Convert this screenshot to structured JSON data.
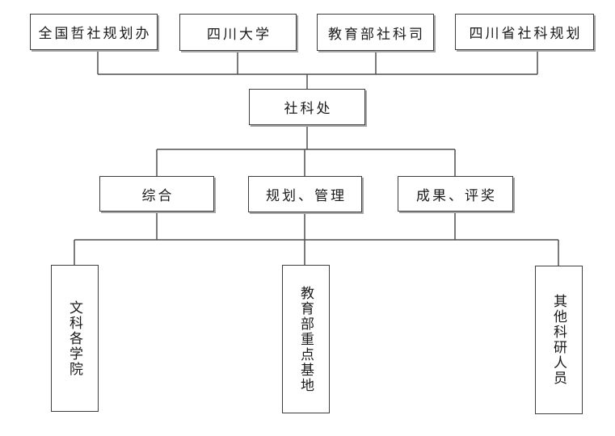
{
  "diagram": {
    "type": "org-chart",
    "background": "#ffffff",
    "line_color": "#4f4f4f",
    "box_border_color": "#3d3d3d",
    "text_color": "#1a1a1a",
    "nodes": {
      "top": [
        {
          "label": "全国哲社规划办"
        },
        {
          "label": "四川大学"
        },
        {
          "label": "教育部社科司"
        },
        {
          "label": "四川省社科规划"
        }
      ],
      "center": {
        "label": "社科处"
      },
      "middle": [
        {
          "label": "综合"
        },
        {
          "label": "规划、管理"
        },
        {
          "label": "成果、评奖"
        }
      ],
      "bottom": [
        {
          "label": "文科各学院"
        },
        {
          "label": "教育部重点基地"
        },
        {
          "label": "其他科研人员"
        }
      ]
    },
    "edges": [
      {
        "from": "全国哲社规划办",
        "to": "社科处"
      },
      {
        "from": "四川大学",
        "to": "社科处"
      },
      {
        "from": "教育部社科司",
        "to": "社科处"
      },
      {
        "from": "四川省社科规划",
        "to": "社科处"
      },
      {
        "from": "社科处",
        "to": "综合"
      },
      {
        "from": "社科处",
        "to": "规划、管理"
      },
      {
        "from": "社科处",
        "to": "成果、评奖"
      },
      {
        "from": "综合",
        "to": "文科各学院"
      },
      {
        "from": "规划、管理",
        "to": "教育部重点基地"
      },
      {
        "from": "成果、评奖",
        "to": "其他科研人员"
      }
    ]
  }
}
